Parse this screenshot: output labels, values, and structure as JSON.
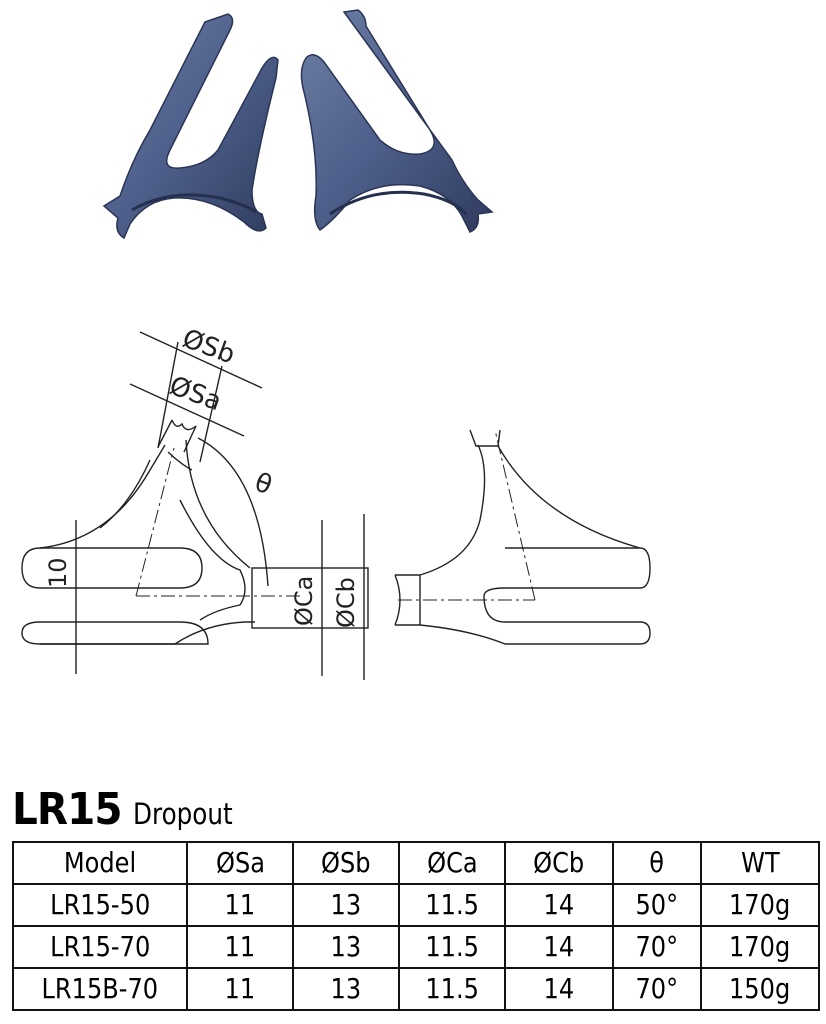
{
  "header": {
    "model": "LR15",
    "subtitle": "Dropout"
  },
  "photo": {
    "description": "Two forged steel dropouts, blue-grey finish",
    "color": "#4a5c86"
  },
  "drawing": {
    "labels": {
      "sb": "ØSb",
      "sa": "ØSa",
      "theta": "θ",
      "slot_width": "10",
      "ca": "ØCa",
      "cb": "ØCb"
    }
  },
  "table": {
    "columns": [
      "Model",
      "ØSa",
      "ØSb",
      "ØCa",
      "ØCb",
      "θ",
      "WT"
    ],
    "rows": [
      [
        "LR15-50",
        "11",
        "13",
        "11.5",
        "14",
        "50°",
        "170g"
      ],
      [
        "LR15-70",
        "11",
        "13",
        "11.5",
        "14",
        "70°",
        "170g"
      ],
      [
        "LR15B-70",
        "11",
        "13",
        "11.5",
        "14",
        "70°",
        "150g"
      ]
    ]
  }
}
